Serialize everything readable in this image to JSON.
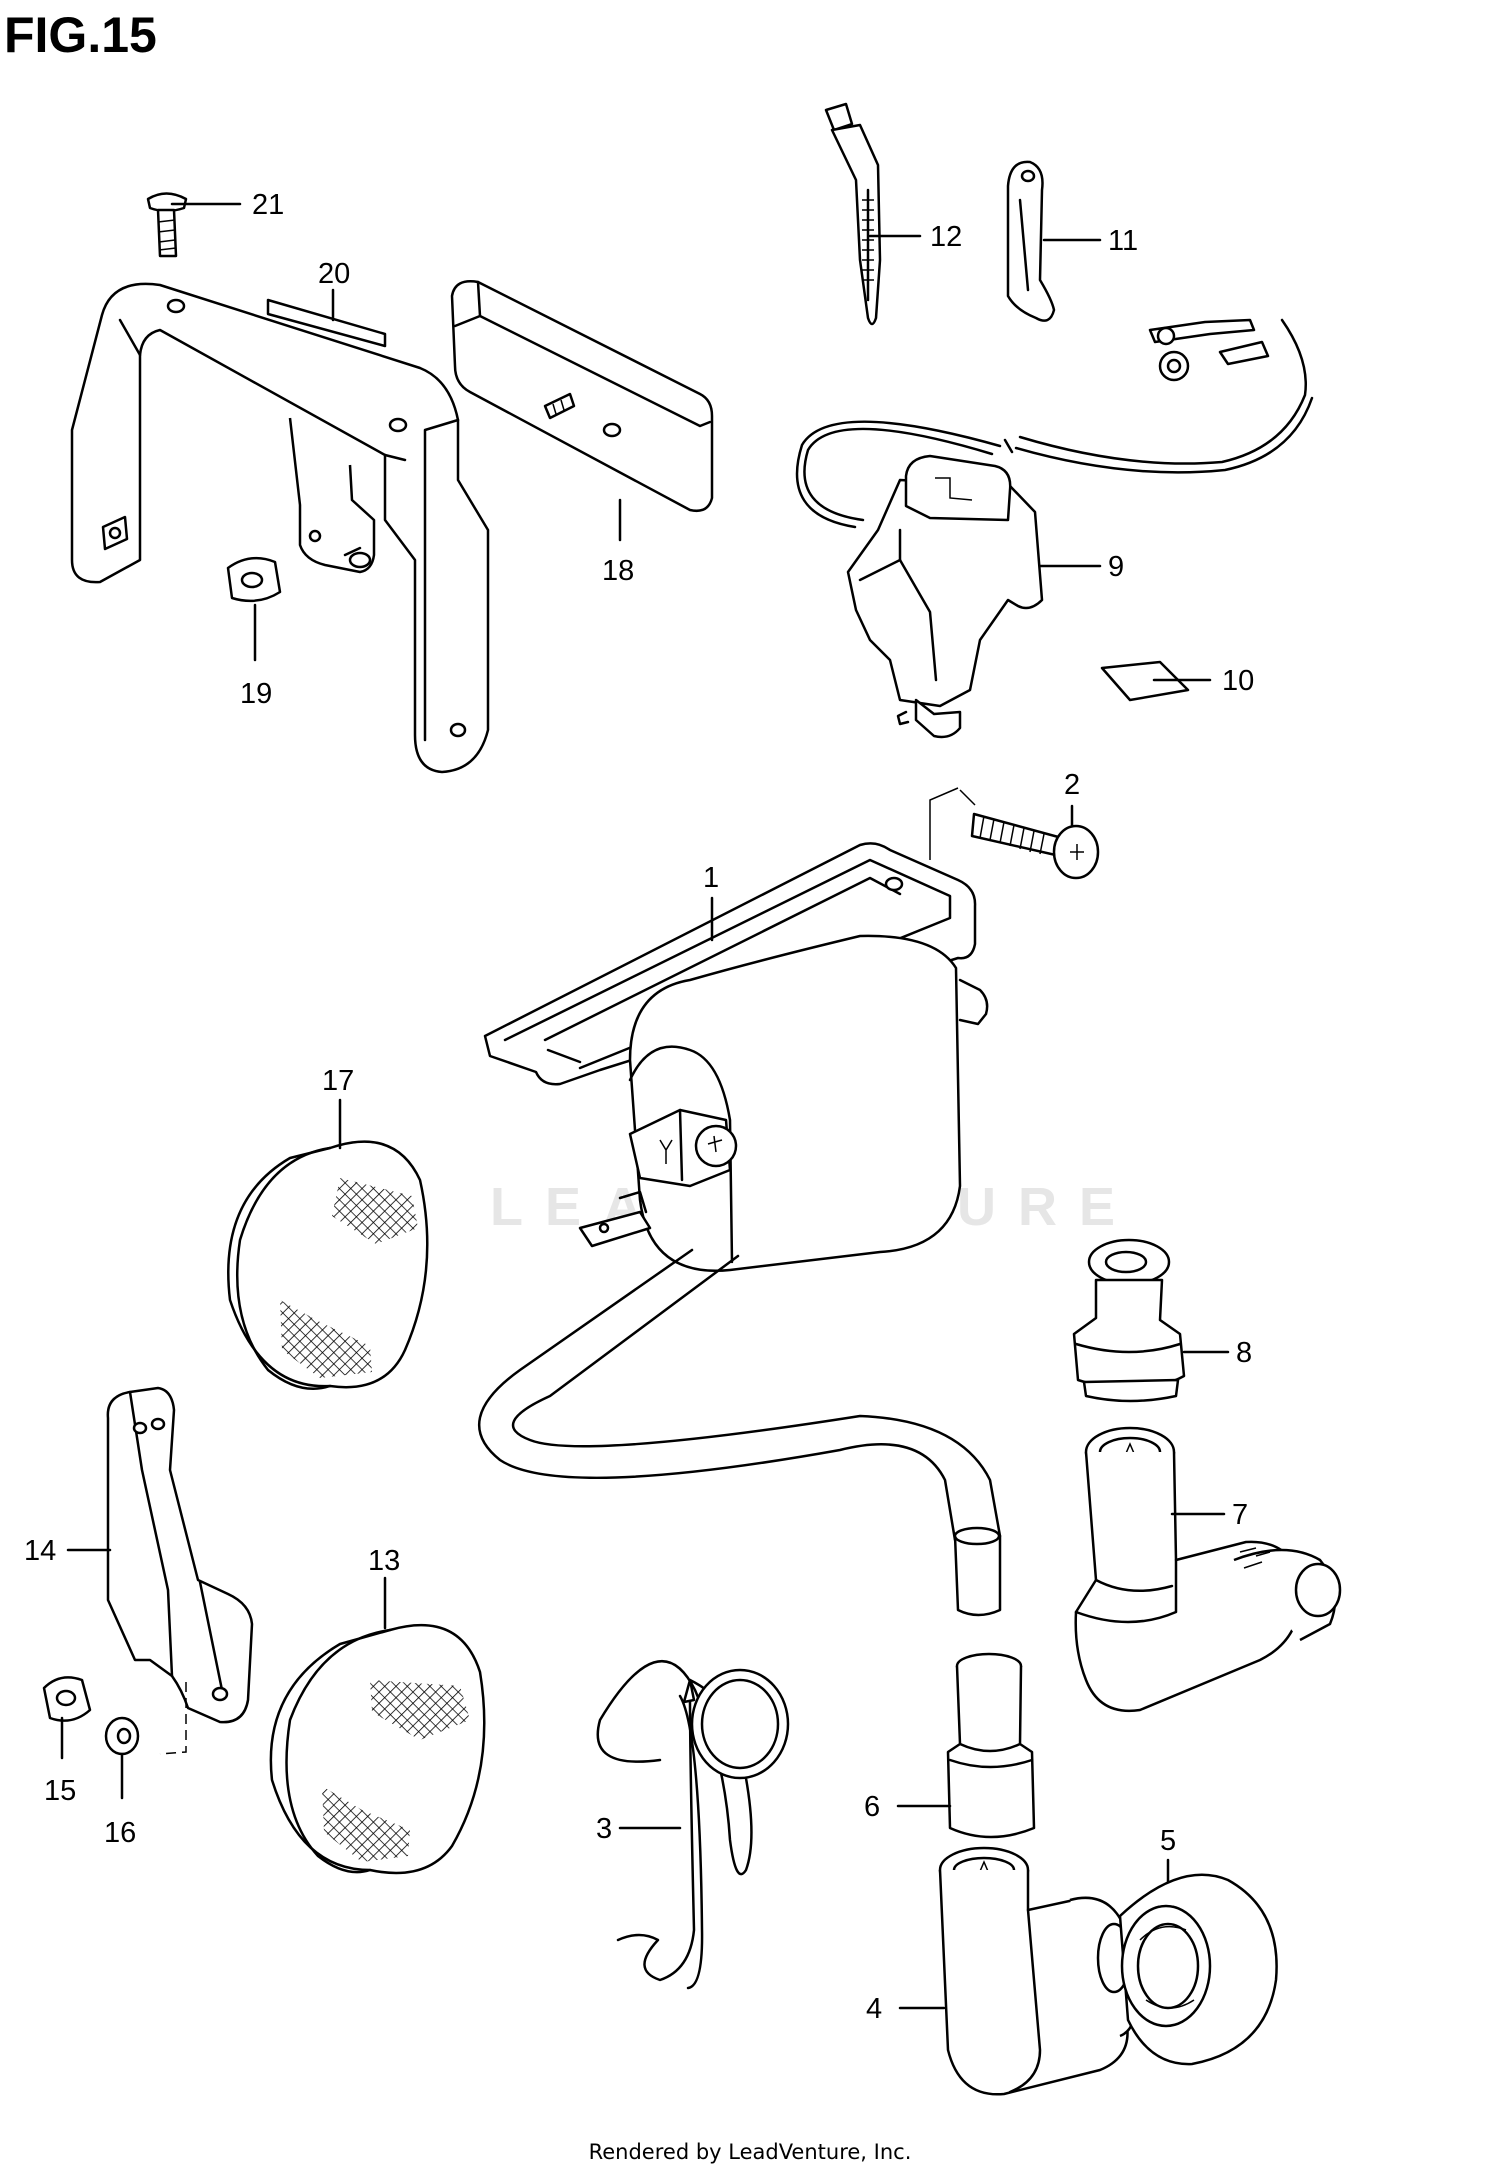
{
  "figure": {
    "title": "FIG.15"
  },
  "watermark": {
    "text": "LEADVENTURE"
  },
  "footer": {
    "text": "Rendered by LeadVenture, Inc."
  },
  "callouts": [
    {
      "id": "1",
      "label": "1"
    },
    {
      "id": "2",
      "label": "2"
    },
    {
      "id": "3",
      "label": "3"
    },
    {
      "id": "4",
      "label": "4"
    },
    {
      "id": "5",
      "label": "5"
    },
    {
      "id": "6",
      "label": "6"
    },
    {
      "id": "7",
      "label": "7"
    },
    {
      "id": "8",
      "label": "8"
    },
    {
      "id": "9",
      "label": "9"
    },
    {
      "id": "10",
      "label": "10"
    },
    {
      "id": "11",
      "label": "11"
    },
    {
      "id": "12",
      "label": "12"
    },
    {
      "id": "13",
      "label": "13"
    },
    {
      "id": "14",
      "label": "14"
    },
    {
      "id": "15",
      "label": "15"
    },
    {
      "id": "16",
      "label": "16"
    },
    {
      "id": "17",
      "label": "17"
    },
    {
      "id": "18",
      "label": "18"
    },
    {
      "id": "19",
      "label": "19"
    },
    {
      "id": "20",
      "label": "20"
    },
    {
      "id": "21",
      "label": "21"
    }
  ]
}
